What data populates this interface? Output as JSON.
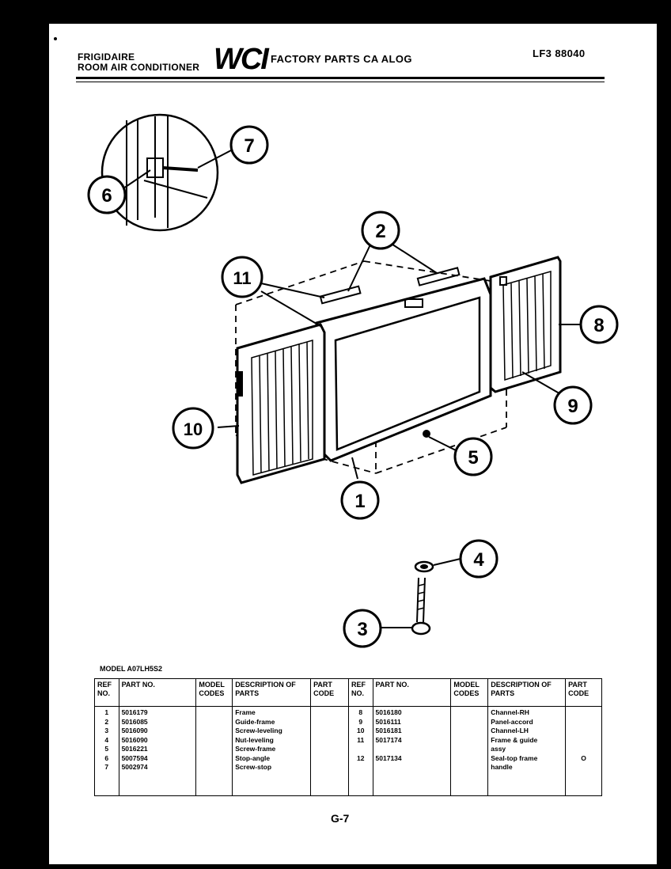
{
  "header": {
    "brand_line1": "FRIGIDAIRE",
    "brand_line2": "ROOM AIR CONDITIONER",
    "logo": "WCI",
    "catalog_title": "FACTORY PARTS CA  ALOG",
    "pub_number": "LF3  88040"
  },
  "callouts": [
    "1",
    "2",
    "3",
    "4",
    "5",
    "6",
    "7",
    "8",
    "9",
    "10",
    "11"
  ],
  "model_label": "MODEL A07LH5S2",
  "table": {
    "headers": {
      "ref": "REF NO.",
      "part": "PART NO.",
      "model": "MODEL CODES",
      "desc": "DESCRIPTION OF PARTS",
      "code": "PART CODE"
    },
    "left": {
      "refs": "1\n2\n3\n4\n5\n6\n7",
      "parts": "5016179\n5016085\n5016090\n5016090\n5016221\n5007594\n5002974",
      "descs": "Frame\nGuide-frame\nScrew-leveling\nNut-leveling\nScrew-frame\nStop-angle\nScrew-stop"
    },
    "right": {
      "refs": "8\n9\n10\n11\n\n12",
      "parts": "5016180\n5016111\n5016181\n5017174\n\n5017134",
      "descs": "Channel-RH\nPanel-accord\nChannel-LH\nFrame & guide\n  assy\nSeal-top frame\n  handle",
      "codes": "\n\n\n\n\nO"
    }
  },
  "page_number": "G-7"
}
